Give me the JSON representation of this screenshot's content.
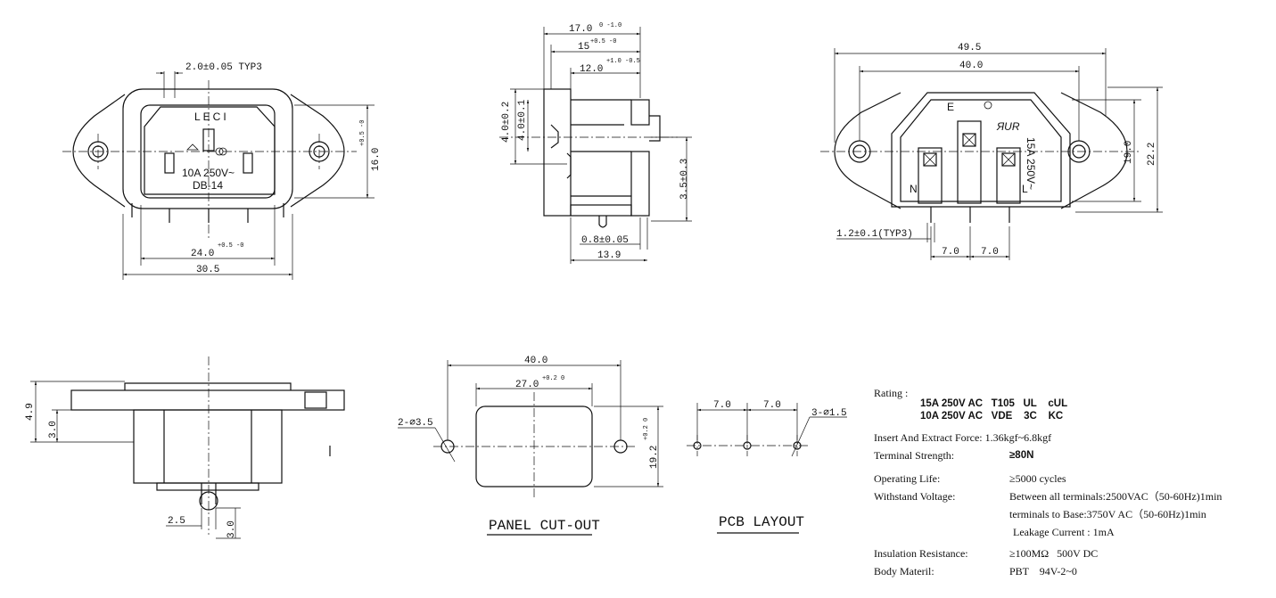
{
  "front_view": {
    "brand": "LECI",
    "rating_line": "10A 250V~",
    "model": "DB-14",
    "dim_pin_width": "2.0±0.05 TYP3",
    "dim_height": "16.0",
    "dim_height_tol": "+0.5 -0",
    "dim_inner_width": "24.0",
    "dim_inner_width_tol": "+0.5 -0",
    "dim_total_width": "30.5"
  },
  "side_view": {
    "dim_top1": "17.0",
    "dim_top1_tol": "0 -1.0",
    "dim_top2": "15",
    "dim_top2_tol": "+0.5 -0",
    "dim_top3": "12.0",
    "dim_top3_tol": "+1.0 -0.5",
    "dim_left1": "4.0±0.2",
    "dim_left2": "4.0±0.1",
    "dim_right": "3.5±0.3",
    "dim_pin": "0.8±0.05",
    "dim_bottom": "13.9"
  },
  "rear_view": {
    "dim_total": "49.5",
    "dim_hole_spacing": "40.0",
    "dim_h_inner": "19.0",
    "dim_h_outer": "22.2",
    "dim_pin": "1.2±0.1(TYP3)",
    "dim_pitch1": "7.0",
    "dim_pitch2": "7.0",
    "label_e": "E",
    "label_n": "N",
    "label_l": "L",
    "cert_mark": "ЯUR",
    "vertical_rating": "15A 250V~"
  },
  "bottom_view": {
    "dim_h1": "4.9",
    "dim_h2": "3.0",
    "dim_w": "2.5",
    "dim_v": "3.0"
  },
  "panel_cutout": {
    "title": "PANEL CUT-OUT",
    "dim_total": "40.0",
    "dim_inner": "27.0",
    "dim_inner_tol": "+0.2 0",
    "dim_height": "19.2",
    "dim_height_tol": "+0.2 0",
    "dim_holes": "2-⌀3.5"
  },
  "pcb_layout": {
    "title": "PCB LAYOUT",
    "dim_pitch1": "7.0",
    "dim_pitch2": "7.0",
    "dim_holes": "3-⌀1.5"
  },
  "specs": {
    "rating_label": "Rating :",
    "rating_line1": "15A 250V AC   T105   UL    cUL",
    "rating_line2": "10A 250V AC   VDE    3C    KC",
    "insert_label": "Insert And Extract Force:",
    "insert_value": "1.36kgf~6.8kgf",
    "terminal_label": "Terminal  Strength:",
    "terminal_value": "≥80N",
    "life_label": "Operating Life:",
    "life_value": "≥5000  cycles",
    "withstand_label": "Withstand Voltage:",
    "withstand_value1": "Between all terminals:2500VAC（50-60Hz)1min",
    "withstand_value2": "terminals to Base:3750V AC（50-60Hz)1min",
    "withstand_value3": "Leakage Current :  1mA",
    "insulation_label": "Insulation Resistance:",
    "insulation_value": "≥100MΩ   500V DC",
    "material_label": "Body Materil:",
    "material_value": "PBT    94V-2~0"
  }
}
